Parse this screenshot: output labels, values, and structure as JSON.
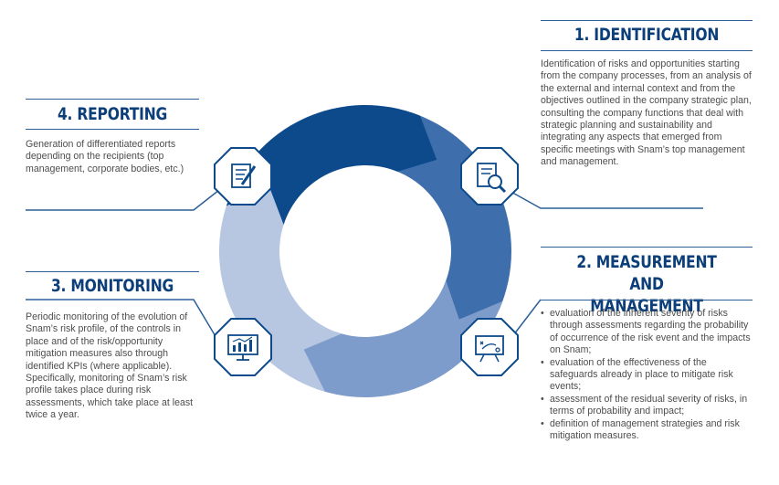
{
  "identification": {
    "number": "1",
    "title": "IDENTIFICATION",
    "text": "Identification of risks and opportunities starting from the company processes, from an analysis of the external and internal context and from the objectives outlined in the company strategic plan, consulting the company functions that deal with strategic planning and sustainability and integrating any aspects that emerged from specific meetings with Snam’s top management and management.",
    "icon": "document-magnifier-icon"
  },
  "measurement": {
    "number": "2",
    "title_line1": "MEASUREMENT AND",
    "title_line2": "MANAGEMENT",
    "bullets": [
      "evaluation of the inherent severity of risks through assessments regarding the probability of occurrence of the risk event and the impacts on Snam;",
      "evaluation of the effectiveness of the safeguards already in place to mitigate risk events;",
      "assessment of the residual severity of risks, in terms of probability and impact;",
      "definition of management strategies and risk mitigation measures."
    ],
    "icon": "strategy-board-icon"
  },
  "monitoring": {
    "number": "3",
    "title": "MONITORING",
    "text": "Periodic monitoring of the evolution of Snam’s risk profile, of the controls in place and of the risk/opportunity mitigation measures also through identified KPIs (where applicable). Specifically, monitoring of Snam’s risk profile takes place during risk assessments, which take place at least twice a year.",
    "icon": "monitor-chart-icon"
  },
  "reporting": {
    "number": "4",
    "title": "REPORTING",
    "text": "Generation of differentiated reports depending on the recipients (top management, corporate bodies, etc.)",
    "icon": "report-pen-icon"
  },
  "colors": {
    "dark_blue": "#0c4a8c",
    "medium_blue": "#3e6eab",
    "light_blue": "#7d9ccb",
    "pale_blue": "#b7c7e2",
    "rule_blue": "#2c5f99",
    "title_blue": "#0c3f7a"
  }
}
